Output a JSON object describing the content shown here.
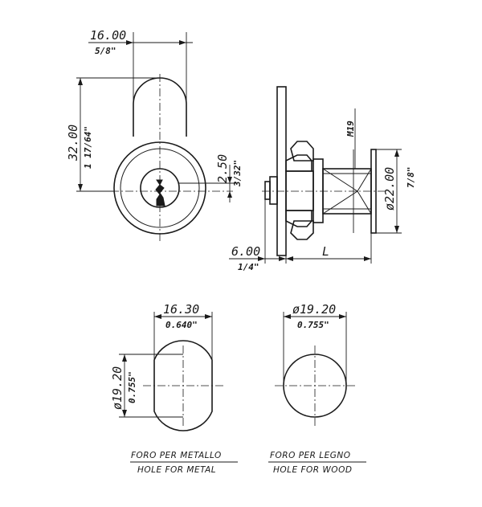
{
  "front_view": {
    "width_mm": "16.00",
    "width_in": "5/8\"",
    "height_mm": "32.00",
    "height_in": "1 17/64\"",
    "offset_mm": "2.50",
    "offset_in": "3/32\""
  },
  "side_view": {
    "thread": "M19",
    "diameter_mm": "ø22.00",
    "diameter_in": "7/8\"",
    "flange_mm": "6.00",
    "flange_in": "1/4\"",
    "length_label": "L"
  },
  "hole_metal": {
    "width_mm": "16.30",
    "width_in": "0.640\"",
    "diameter_mm": "ø19.20",
    "diameter_in": "0.755\"",
    "caption_it": "FORO PER METALLO",
    "caption_en": "HOLE FOR METAL"
  },
  "hole_wood": {
    "diameter_mm": "ø19.20",
    "diameter_in": "0.755\"",
    "caption_it": "FORO PER LEGNO",
    "caption_en": "HOLE FOR WOOD"
  }
}
